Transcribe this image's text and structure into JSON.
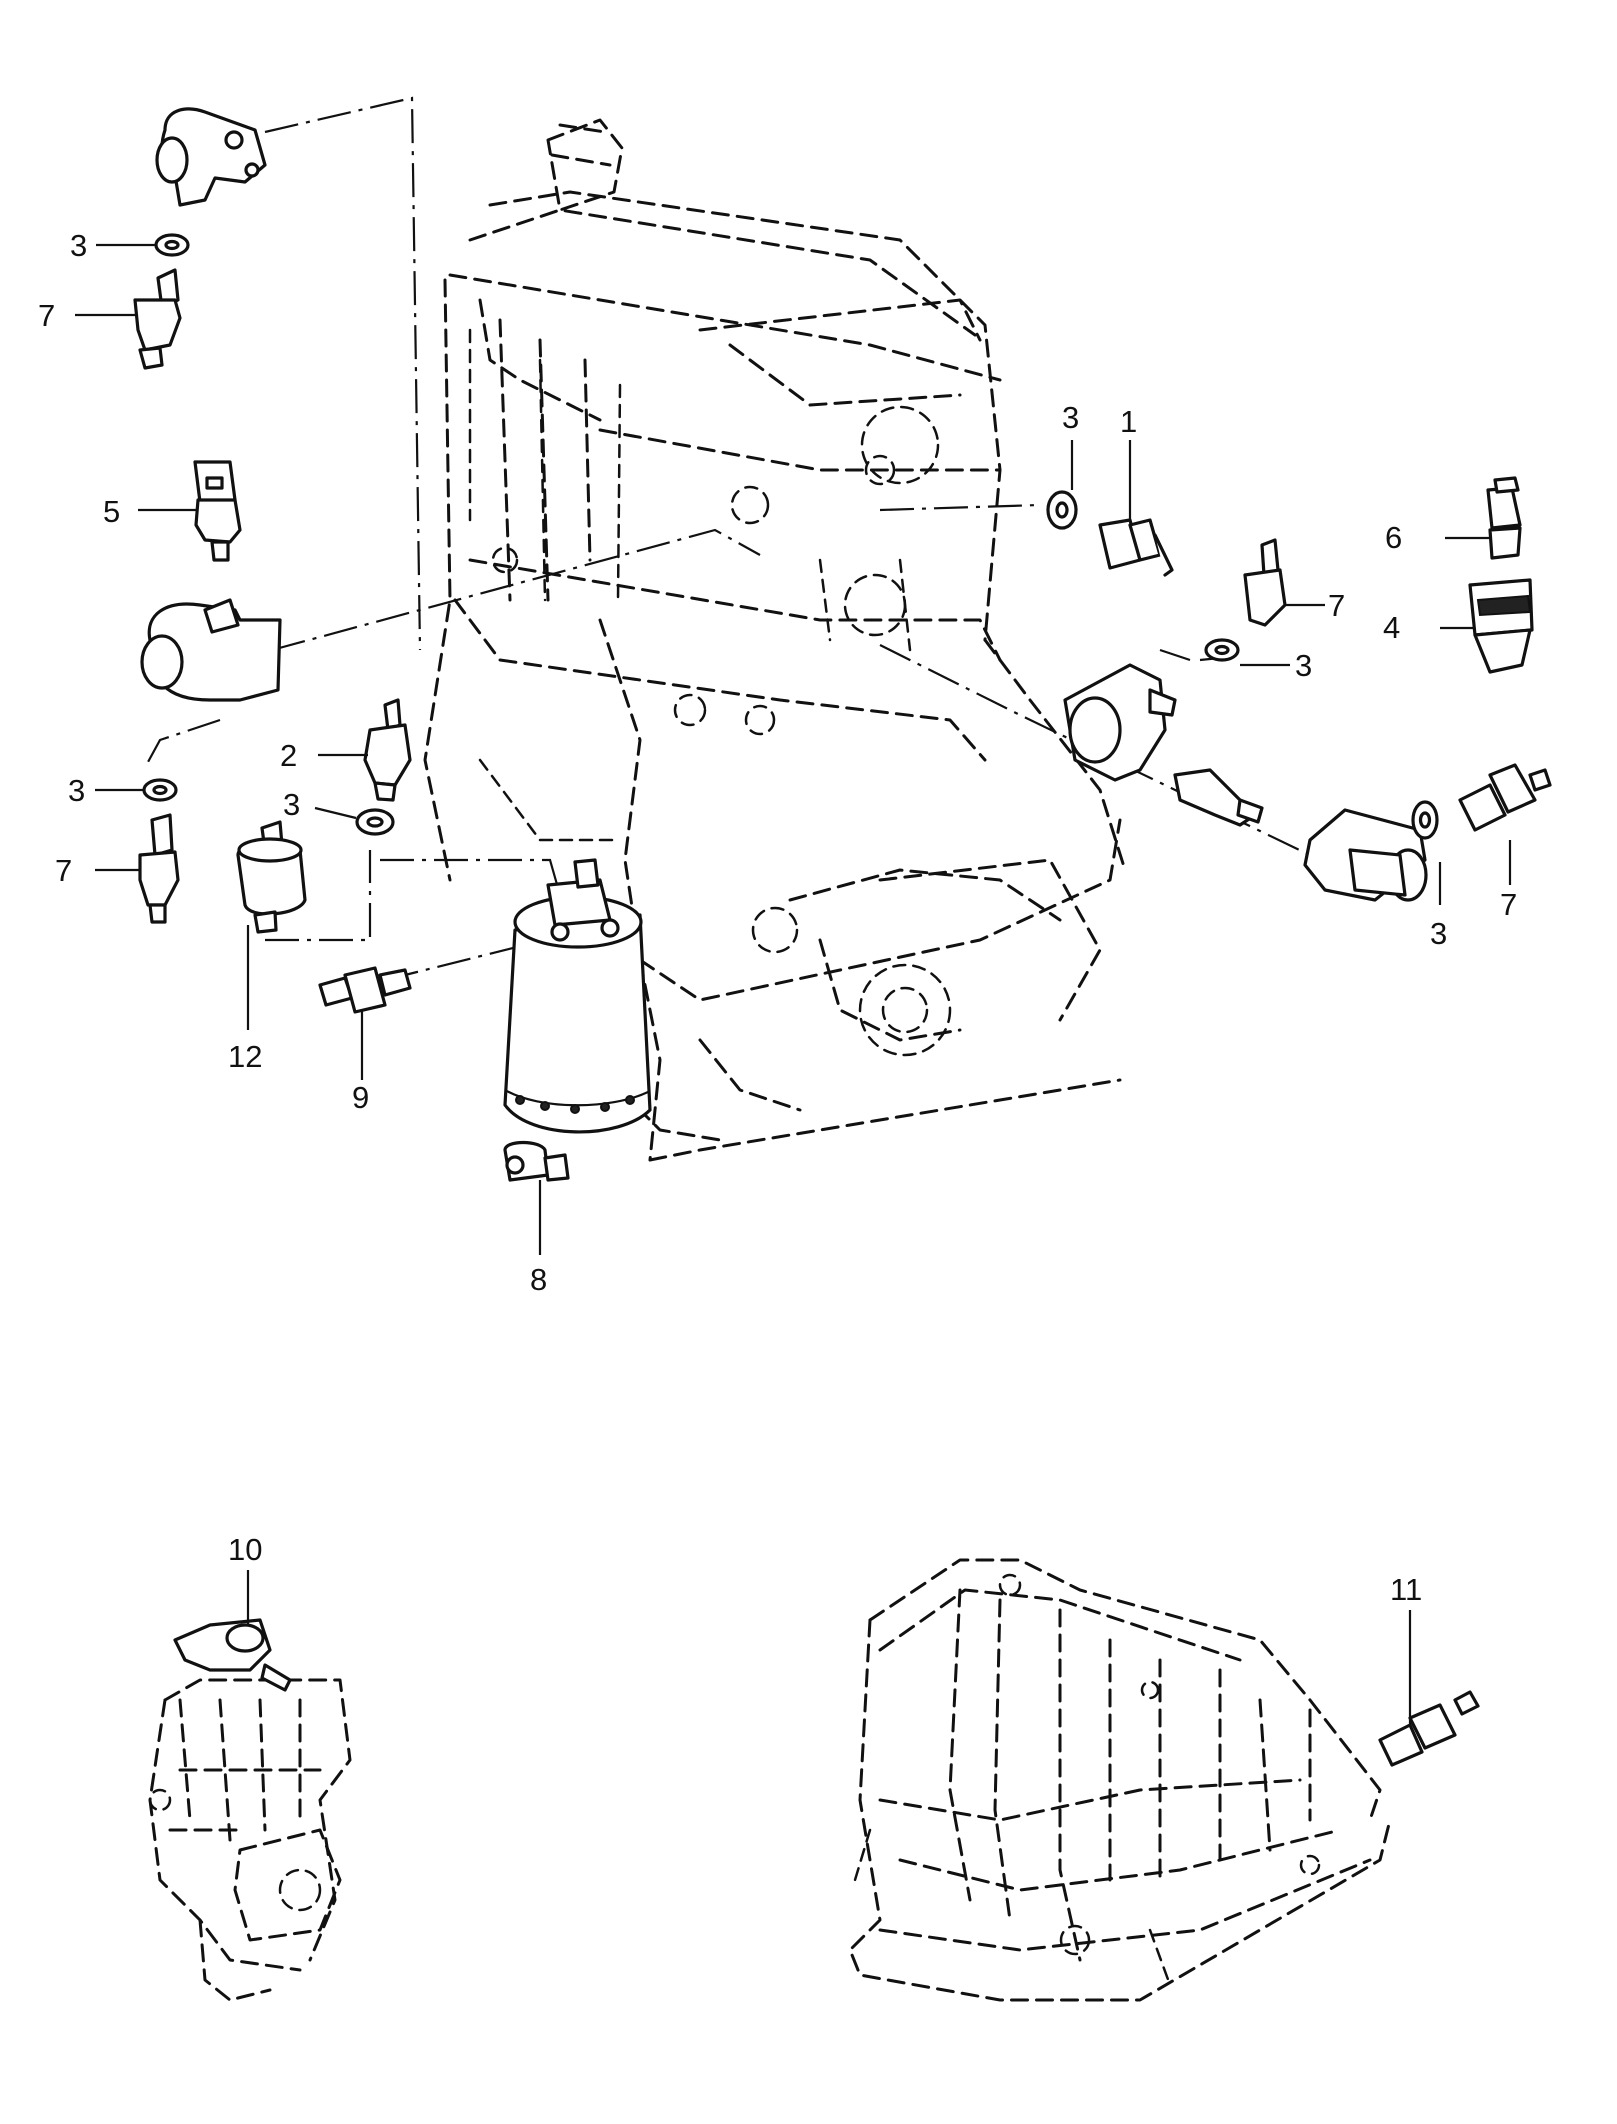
{
  "callouts": {
    "c1": "1",
    "c2": "2",
    "c3a": "3",
    "c3b": "3",
    "c3c": "3",
    "c3d": "3",
    "c3e": "3",
    "c3f": "3",
    "c4": "4",
    "c5": "5",
    "c6": "6",
    "c7a": "7",
    "c7b": "7",
    "c7c": "7",
    "c7d": "7",
    "c8": "8",
    "c9": "9",
    "c10": "10",
    "c11": "11",
    "c12": "12"
  }
}
